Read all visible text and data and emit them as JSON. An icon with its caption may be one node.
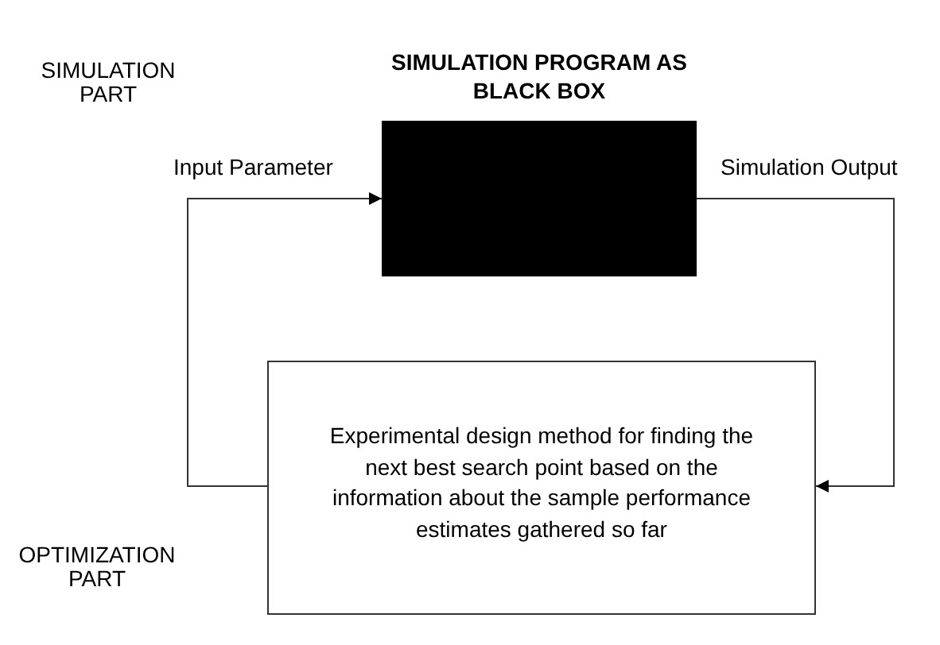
{
  "diagram": {
    "nodes": [
      {
        "text": [
          "SIMULATION PROGRAM AS BLACK BOX"
        ]
      },
      {
        "text": [
          "Experimental design method for finding the next best search point based on the information about the sample performance estimates gathered so far"
        ]
      }
    ],
    "edges": [
      {
        "from": 1,
        "to": 0,
        "arrow": "to",
        "label": "Input Parameter"
      },
      {
        "from": 0,
        "to": 1,
        "arrow": "to",
        "label": "Simulation Output"
      }
    ],
    "labels": [
      "SIMULATION PART",
      "OPTIMIZATION PART"
    ]
  }
}
